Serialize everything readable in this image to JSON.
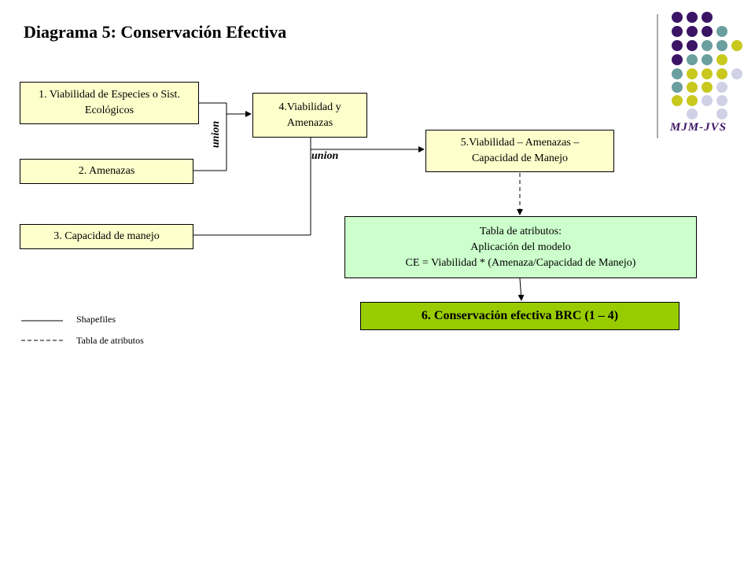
{
  "title": "Diagrama 5: Conservación Efectiva",
  "boxes": {
    "b1": "1. Viabilidad de Especies o Sist. Ecológicos",
    "b2": "2. Amenazas",
    "b3": "3. Capacidad de manejo",
    "b4": "4.Viabilidad y Amenazas",
    "b5": "5.Viabilidad – Amenazas – Capacidad de Manejo",
    "tabla_line1": "Tabla de atributos:",
    "tabla_line2": "Aplicación del modelo",
    "tabla_line3": "CE = Viabilidad * (Amenaza/Capacidad de Manejo)",
    "b6": "6. Conservación efectiva BRC (1 – 4)"
  },
  "connectors": {
    "union_vertical": "union",
    "union_horizontal": "union"
  },
  "legend": {
    "solid_label": "Shapefiles",
    "dashed_label": "Tabla de atributos"
  },
  "logo": {
    "text": "MJM-JVS",
    "colors": {
      "purple": "#3b1466",
      "teal": "#6b9e9e",
      "olive": "#c8c81e",
      "lavender": "#d0d0e6"
    }
  }
}
